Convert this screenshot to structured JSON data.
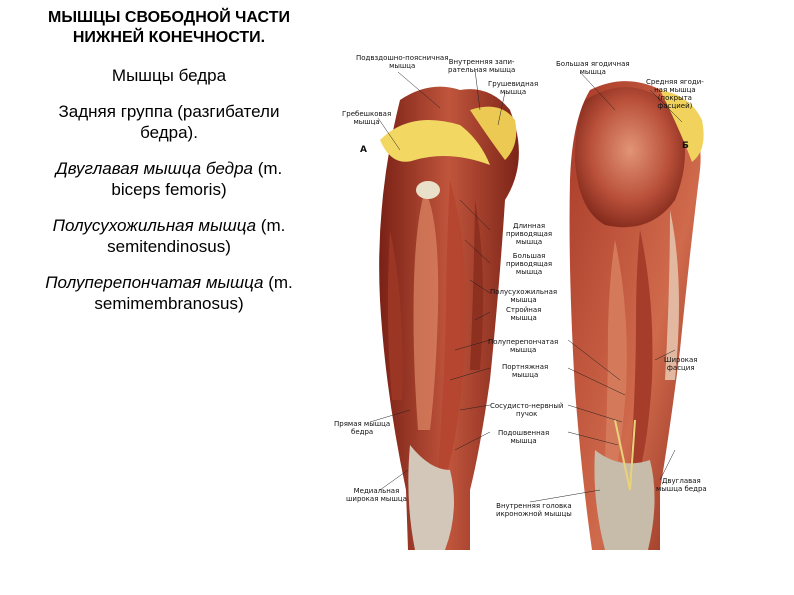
{
  "slide": {
    "title_line1": "МЫШЦЫ СВОБОДНОЙ ЧАСТИ",
    "title_line2": "НИЖНЕЙ КОНЕЧНОСТИ.",
    "subtitle": "Мышцы бедра",
    "group_line1": "Задняя группа (разгибатели",
    "group_line2": "бедра).",
    "muscles": [
      {
        "name": "Двуглавая мышца бедра",
        "latin_prefix": " (m.",
        "latin": "biceps femoris)"
      },
      {
        "name": "Полусухожильная мышца",
        "latin_prefix": " (m.",
        "latin": "semitendinosus)"
      },
      {
        "name": "Полуперепончатая мышца",
        "latin_prefix": " (m.",
        "latin": "semimembranosus)"
      }
    ]
  },
  "figure": {
    "panel_a": "А",
    "panel_b": "Б",
    "labels": {
      "iliopsoas": [
        "Подвздошно-поясничная",
        "мышца"
      ],
      "obturator_internus": [
        "Внутренняя запи-",
        "рательная мышца"
      ],
      "piriformis": [
        "Грушевидная",
        "мышца"
      ],
      "gluteus_maximus": [
        "Большая ягодичная",
        "мышца"
      ],
      "gluteus_medius": [
        "Средняя ягоди-",
        "ная мышца",
        "(покрыта",
        "фасцией)"
      ],
      "pectineus": [
        "Гребешковая",
        "мышца"
      ],
      "adductor_longus": [
        "Длинная",
        "приводящая",
        "мышца"
      ],
      "adductor_magnus": [
        "Большая",
        "приводящая",
        "мышца"
      ],
      "semitendinosus": [
        "Полусухожильная",
        "мышца"
      ],
      "gracilis": [
        "Стройная",
        "мышца"
      ],
      "semimembranosus": [
        "Полуперепончатая",
        "мышца"
      ],
      "sartorius": [
        "Портняжная",
        "мышца"
      ],
      "neurovascular": [
        "Сосудисто-нервный",
        "пучок"
      ],
      "plantaris": [
        "Подошвенная",
        "мышца"
      ],
      "fascia_lata": [
        "Широкая",
        "фасция"
      ],
      "rectus_femoris": [
        "Прямая мышца",
        "бедра"
      ],
      "vastus_medialis": [
        "Медиальная",
        "широкая мышца"
      ],
      "gastrocnemius_medial": [
        "Внутренняя головка",
        "икроножной мышцы"
      ],
      "biceps_femoris": [
        "Двуглавая",
        "мышца бедра"
      ]
    }
  }
}
